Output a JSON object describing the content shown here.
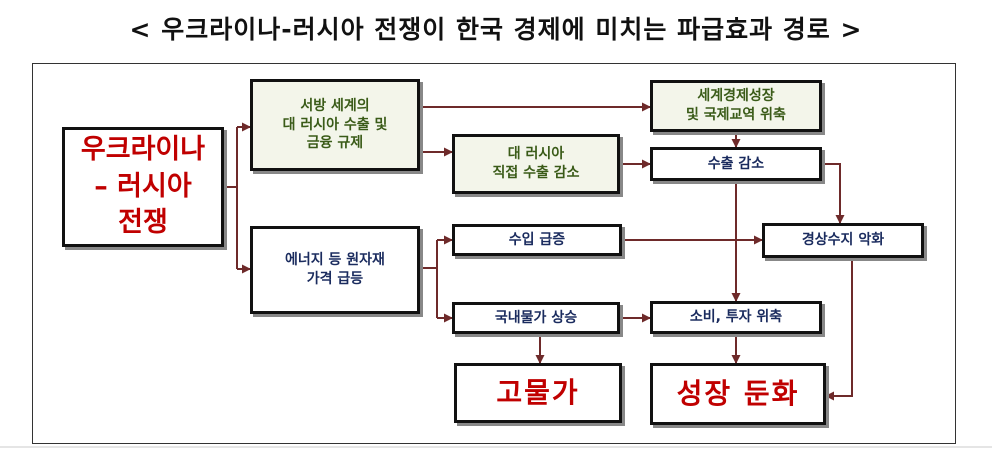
{
  "title": "< 우크라이나-러시아 전쟁이 한국 경제에 미치는 파급효과 경로 >",
  "colors": {
    "green_text": "#3a5b18",
    "navy_text": "#1a2b5e",
    "red_text": "#c00000",
    "arrow": "#6e2a2a",
    "green_fill": "#f3f5ea"
  },
  "nodes": {
    "war": {
      "lines": [
        "우크라이나",
        "– 러시아",
        "전쟁"
      ]
    },
    "sanctions": {
      "lines": [
        "서방 세계의",
        "대 러시아 수출 및",
        "금융 규제"
      ]
    },
    "energy": {
      "lines": [
        "에너지 등 원자재",
        "가격 급등"
      ]
    },
    "world_growth": {
      "lines": [
        "세계경제성장",
        "및 국제교역 위축"
      ]
    },
    "export_russia": {
      "lines": [
        "대 러시아",
        "직접 수출 감소"
      ]
    },
    "export_decline": {
      "lines": [
        "수출 감소"
      ]
    },
    "import_surge": {
      "lines": [
        "수입 급증"
      ]
    },
    "current_account": {
      "lines": [
        "경상수지 악화"
      ]
    },
    "domestic_price": {
      "lines": [
        "국내물가 상승"
      ]
    },
    "consumption": {
      "lines": [
        "소비, 투자 위축"
      ]
    },
    "high_prices": {
      "lines": [
        "고물가"
      ]
    },
    "growth_slowdown": {
      "lines": [
        "성장 둔화"
      ]
    }
  }
}
